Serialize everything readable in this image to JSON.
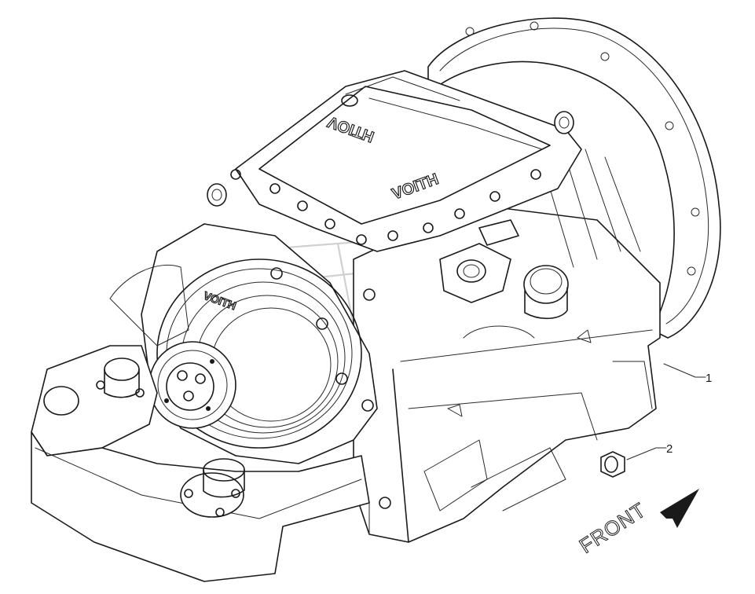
{
  "callouts": [
    {
      "number": "1"
    },
    {
      "number": "2"
    }
  ],
  "direction_label": "FRONT",
  "logo": {
    "top_cover_text": "VOITH",
    "end_cover_text": "VOITH",
    "retarder_text": "VOITH"
  }
}
